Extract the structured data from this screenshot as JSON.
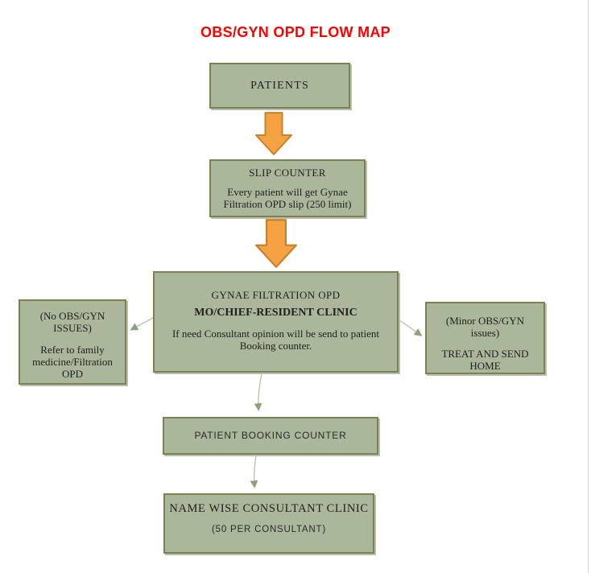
{
  "title": "OBS/GYN OPD FLOW MAP",
  "nodes": {
    "patients": {
      "label": "PATIENTS"
    },
    "slip_counter": {
      "heading": "SLIP COUNTER",
      "body_lines": [
        "Every patient will get Gynae",
        "Filtration OPD slip (250 limit)"
      ]
    },
    "gynae_filtration": {
      "line1": "GYNAE FILTRATION OPD",
      "line2": "MO/CHIEF-RESIDENT CLINIC",
      "body_lines": [
        "If need Consultant opinion will be send to patient",
        "Booking counter."
      ]
    },
    "no_obsgyn": {
      "top_lines": [
        "(No OBS/GYN",
        "ISSUES)"
      ],
      "bottom_lines": [
        "Refer to family",
        "medicine/Filtration",
        "OPD"
      ]
    },
    "minor_obsgyn": {
      "top_lines": [
        "(Minor OBS/GYN",
        "issues)"
      ],
      "bottom_lines": [
        "TREAT AND SEND",
        "HOME"
      ]
    },
    "booking_counter": {
      "label": "PATIENT BOOKING COUNTER"
    },
    "consultant_clinic": {
      "line1": "NAME WISE CONSULTANT CLINIC",
      "line2": "(50 PER CONSULTANT)"
    }
  },
  "colors": {
    "title": "#FF0000",
    "box_fill": "#ABB79A",
    "box_border": "#76854F",
    "block_arrow_fill": "#F5A243",
    "block_arrow_border": "#C8802C",
    "connector_line": "#B7C2A8",
    "connector_head": "#8FA07C",
    "text": "#1F1F1F",
    "page_edge": "#D5D5D5"
  }
}
